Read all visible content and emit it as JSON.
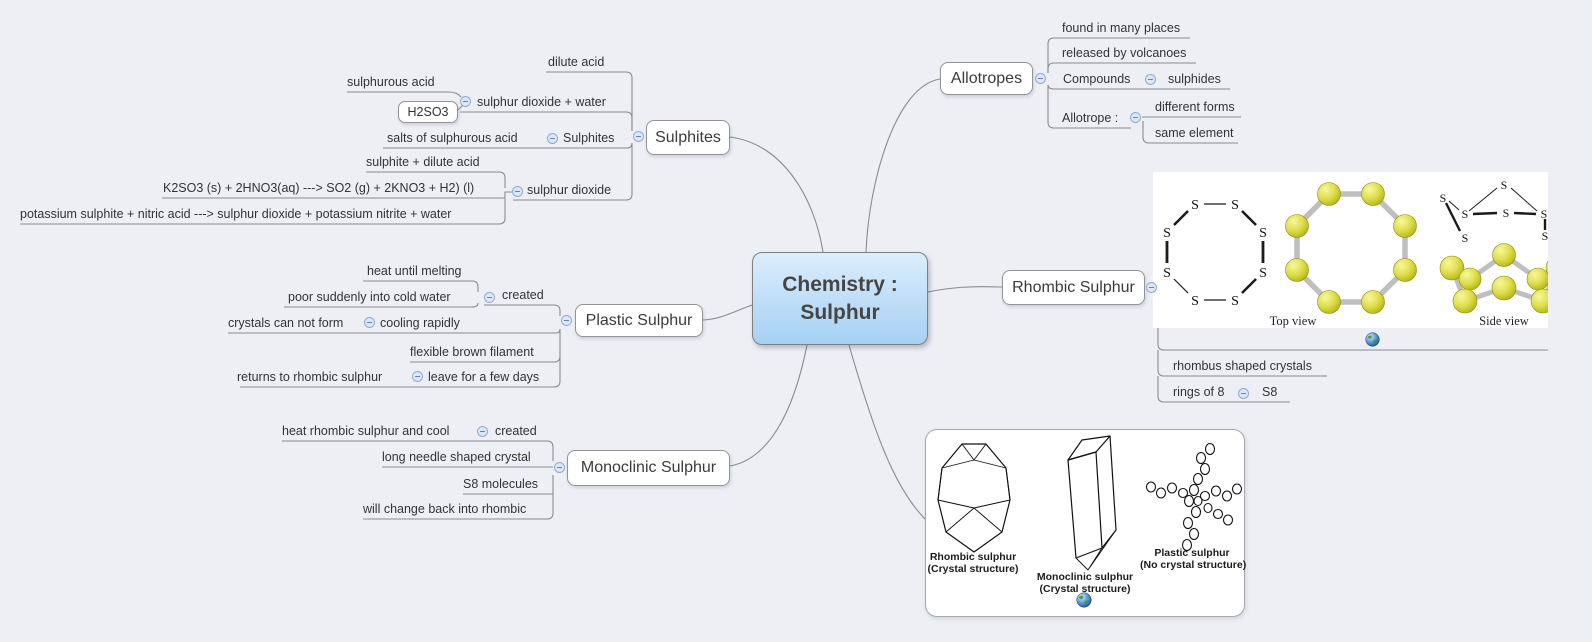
{
  "central": {
    "label": "Chemistry : Sulphur"
  },
  "sulphites": {
    "label": "Sulphites",
    "dilute_acid": "dilute acid",
    "so2_water": "sulphur dioxide + water",
    "sulphurous_acid": "sulphurous acid",
    "h2so3": "H2SO3",
    "salts": "salts of sulphurous acid",
    "sulphites_sub": "Sulphites",
    "sulphite_dilute_acid": "sulphite + dilute acid",
    "so2": "sulphur dioxide",
    "equation": "K2SO3 (s) + 2HNO3(aq) ---> SO2 (g) + 2KNO3 + H2) (l)",
    "word_equation": "potassium sulphite + nitric acid ---> sulphur dioxide + potassium nitrite + water"
  },
  "plastic": {
    "label": "Plastic Sulphur",
    "created": "created",
    "heat": "heat until melting",
    "pour": "poor suddenly into cold water",
    "no_crystals": "crystals can not form",
    "cooling": "cooling rapidly",
    "filament": "flexible brown filament",
    "returns": "returns to rhombic sulphur",
    "leave": "leave for a few days"
  },
  "monoclinic": {
    "label": "Monoclinic Sulphur",
    "created": "created",
    "heat_cool": "heat rhombic sulphur and cool",
    "needle": "long needle shaped crystal",
    "s8": "S8 molecules",
    "change_back": "will change back into rhombic"
  },
  "allotropes": {
    "label": "Allotropes",
    "found": "found in many places",
    "volcanoes": "released by volcanoes",
    "compounds": "Compounds",
    "sulphides": "sulphides",
    "allotrope": "Allotrope :",
    "different_forms": "different forms",
    "same_element": "same element"
  },
  "rhombic": {
    "label": "Rhombic Sulphur",
    "rhombus": "rhombus shaped crystals",
    "rings": "rings of 8",
    "s8": "S8",
    "molecule_image": {
      "atom": "S",
      "top_view": "Top view",
      "side_view": "Side view"
    }
  },
  "crystal_image": {
    "rhombic_name": "Rhombic sulphur",
    "rhombic_type": "(Crystal structure)",
    "monoclinic_name": "Monoclinic sulphur",
    "monoclinic_type": "(Crystal structure)",
    "plastic_name": "Plastic sulphur",
    "plastic_type": "(No crystal structure)"
  }
}
